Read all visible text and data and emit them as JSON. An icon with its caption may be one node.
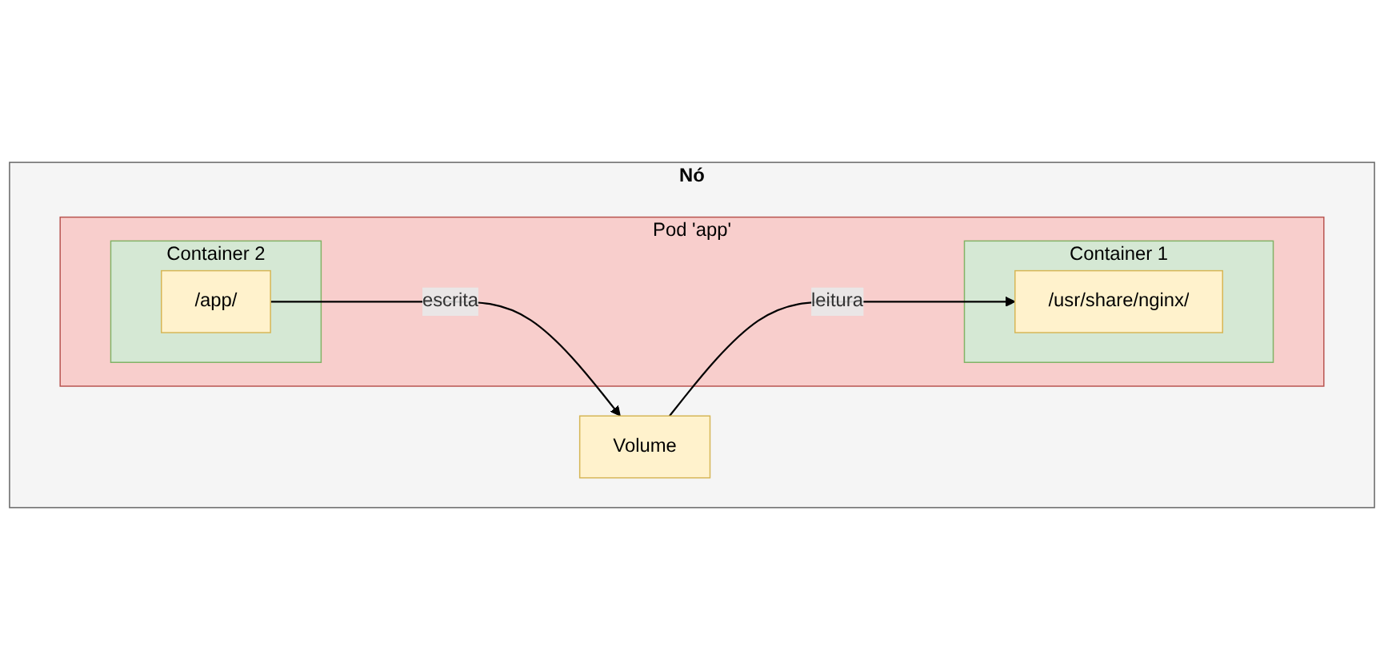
{
  "diagram": {
    "nodes": [
      {
        "text": [
          "Nó"
        ]
      },
      {
        "text": [
          "Pod 'app'"
        ],
        "in": 0
      },
      {
        "text": [
          "Container 1"
        ],
        "in": 1
      },
      {
        "text": [
          "/usr/share/nginx/"
        ],
        "in": 2
      },
      {
        "text": [
          "Container 2"
        ],
        "in": 1
      },
      {
        "text": [
          "/app/"
        ],
        "in": 4
      },
      {
        "text": [
          "Volume"
        ],
        "in": 0
      }
    ],
    "edges": [
      {
        "from": 6,
        "to": 3,
        "arrow": "to",
        "label": "leitura"
      },
      {
        "from": 5,
        "to": 6,
        "arrow": "to",
        "label": "escrita"
      }
    ]
  }
}
